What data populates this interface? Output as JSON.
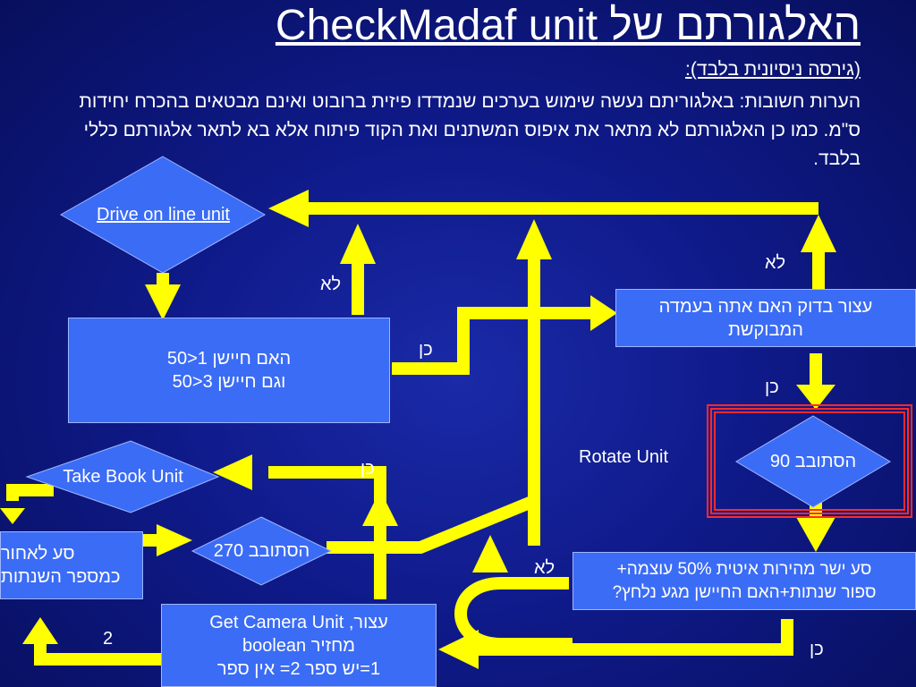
{
  "header": {
    "title": "האלגורתם של CheckMadaf  unit",
    "subtitle": "(גירסה ניסיונית בלבד):",
    "notes": "הערות חשובות: באלגוריתם נעשה שימוש בערכים שנמדדו פיזית ברובוט ואינם מבטאים בהכרח יחידות ס\"מ. כמו כן האלגורתם לא מתאר את איפוס המשתנים ואת הקוד פיתוח אלא בא לתאר אלגורתם כללי בלבד."
  },
  "nodes": {
    "drive_on_line": "Drive on line unit",
    "sensor_check_line1": "האם חיישן 1<50",
    "sensor_check_line2": "וגם חיישן 3<50",
    "stop_check_position": "עצור בדוק האם אתה בעמדה המבוקשת",
    "rotate_90": "הסתובב 90",
    "rotate_unit": "Rotate Unit",
    "drive_straight_line1": "סע ישר מהירות איטית 50% עוצמה+",
    "drive_straight_line2": "ספור שנתות+האם החיישן מגע נלחץ?",
    "take_book": "Take Book Unit",
    "rotate_270": "הסתובב 270",
    "drive_back_line1": "סע לאחור",
    "drive_back_line2": "כמספר השנתות",
    "get_camera_line1": "עצור, Get Camera Unit",
    "get_camera_line2": "מחזיר boolean",
    "get_camera_line3": "1=יש ספר 2= אין ספר"
  },
  "labels": {
    "no": "לא",
    "yes": "כן",
    "two": "2"
  },
  "colors": {
    "background": "#0f1a8a",
    "box": "#3b6cf5",
    "arrow": "#ffff00",
    "highlight": "#ff2a2a"
  }
}
